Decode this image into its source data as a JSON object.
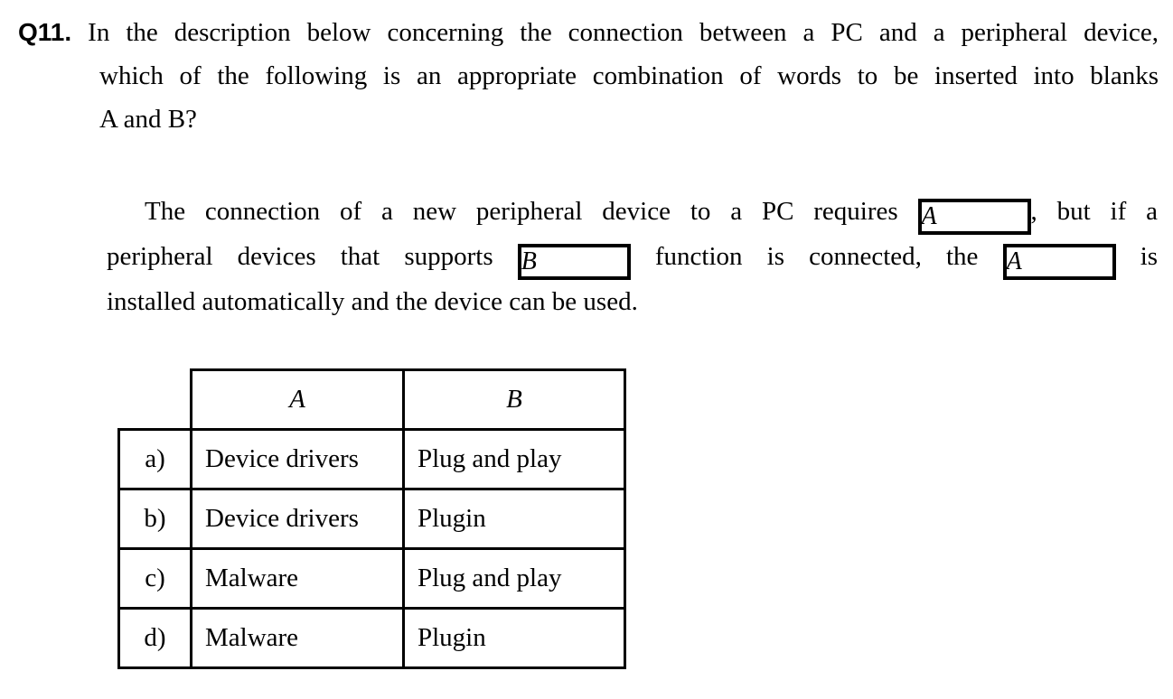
{
  "question": {
    "number": "Q11.",
    "lines": [
      "In the description below concerning the connection between a PC and a peripheral device,",
      "which of the following is an appropriate combination of words to be inserted into blanks",
      "A and B?"
    ]
  },
  "passage": {
    "line1_pre": "The connection of a new peripheral device to a PC requires",
    "line1_blank": "A",
    "line1_post": ", but if a",
    "line2_pre": "peripheral devices that supports",
    "line2_blank_b": "B",
    "line2_mid": "function is connected, the",
    "line2_blank_a": "A",
    "line2_post": "is",
    "line3": "installed automatically and the device can be used."
  },
  "table": {
    "headers": {
      "a": "A",
      "b": "B"
    },
    "rows": [
      {
        "label": "a)",
        "a": "Device drivers",
        "b": "Plug and play"
      },
      {
        "label": "b)",
        "a": "Device drivers",
        "b": "Plugin"
      },
      {
        "label": "c)",
        "a": "Malware",
        "b": "Plug and play"
      },
      {
        "label": "d)",
        "a": "Malware",
        "b": "Plugin"
      }
    ]
  },
  "colors": {
    "text": "#000000",
    "background": "#ffffff",
    "border": "#000000"
  }
}
